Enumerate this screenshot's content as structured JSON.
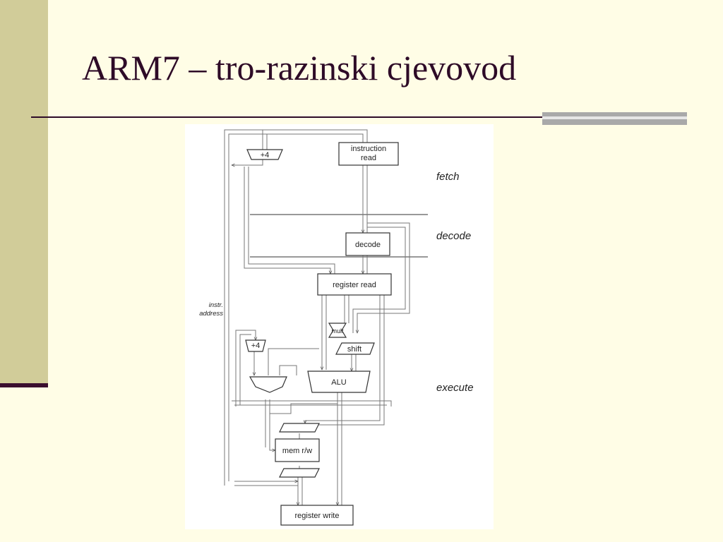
{
  "slide": {
    "title": "ARM7 – tro-razinski cjevovod"
  },
  "diagram": {
    "stages": {
      "fetch": "fetch",
      "decode": "decode",
      "execute": "execute"
    },
    "blocks": {
      "instruction_read_line1": "instruction",
      "instruction_read_line2": "read",
      "decode": "decode",
      "register_read": "register read",
      "mem_rw": "mem r/w",
      "register_write": "register write"
    },
    "units": {
      "adder_top": "+4",
      "adder_mid": "+4",
      "mult": "mult",
      "shift": "shift",
      "alu": "ALU"
    },
    "side_label": {
      "line1": "instr.",
      "line2": "address"
    }
  }
}
